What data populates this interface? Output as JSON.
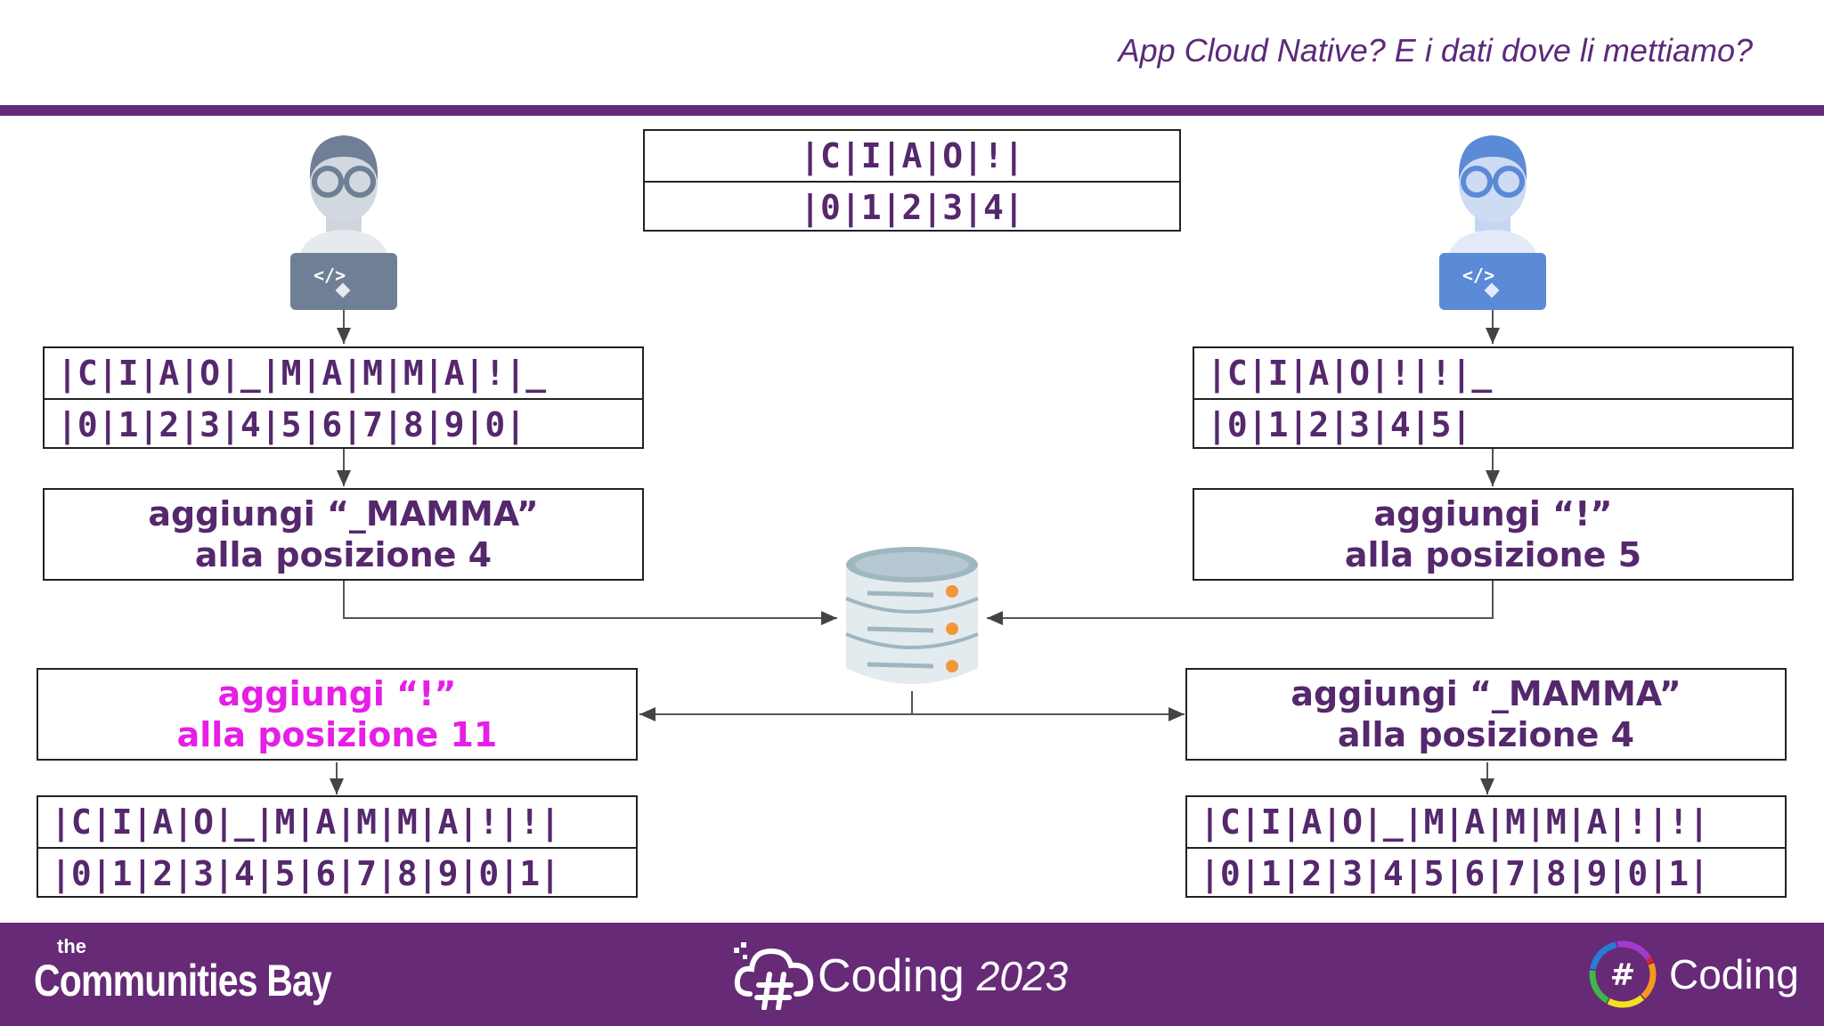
{
  "header": {
    "title": "App Cloud Native? E i dati dove li mettiamo?"
  },
  "top_table": {
    "row1": "|C|I|A|O|!|",
    "row2": "|0|1|2|3|4|"
  },
  "left": {
    "state": {
      "row1": "|C|I|A|O|_|M|A|M|M|A|!|_",
      "row2": "|0|1|2|3|4|5|6|7|8|9|0|"
    },
    "op": {
      "line1": "aggiungi “_MAMMA”",
      "line2": "alla posizione 4"
    },
    "sync_op": {
      "line1": "aggiungi “!”",
      "line2": "alla posizione 11"
    },
    "final": {
      "row1": "|C|I|A|O|_|M|A|M|M|A|!|!|",
      "row2": "|0|1|2|3|4|5|6|7|8|9|0|1|"
    }
  },
  "right": {
    "state": {
      "row1": "|C|I|A|O|!|!|_",
      "row2": "|0|1|2|3|4|5|"
    },
    "op": {
      "line1": "aggiungi “!”",
      "line2": "alla posizione 5"
    },
    "sync_op": {
      "line1": "aggiungi “_MAMMA”",
      "line2": "alla posizione 4"
    },
    "final": {
      "row1": "|C|I|A|O|_|M|A|M|M|A|!|!|",
      "row2": "|0|1|2|3|4|5|6|7|8|9|0|1|"
    }
  },
  "icons": {
    "left_user": "developer-laptop-icon",
    "right_user": "developer-laptop-icon",
    "database": "database-server-icon"
  },
  "colors": {
    "accent": "#632a78",
    "text": "#55286d",
    "highlight": "#e61ee6",
    "user_left": "#6f7f95",
    "user_right": "#5b8ad6"
  },
  "footer": {
    "left_brand_small": "the",
    "left_brand": "Communities Bay",
    "center_brand": "Coding",
    "center_year": "2023",
    "right_brand": "Coding",
    "right_hash": "#"
  }
}
